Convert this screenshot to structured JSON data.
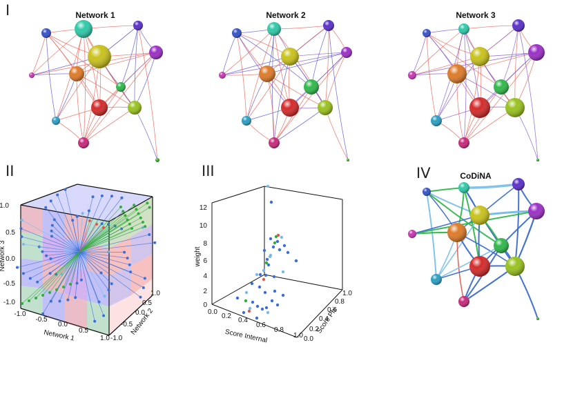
{
  "panels": {
    "p1": {
      "label": "I"
    },
    "p2": {
      "label": "II"
    },
    "p3": {
      "label": "III"
    },
    "p4": {
      "label": "IV"
    }
  },
  "networks": [
    {
      "title": "Network 1"
    },
    {
      "title": "Network 2"
    },
    {
      "title": "Network 3"
    },
    {
      "title": "CoDiNA"
    }
  ],
  "node_colors": [
    "#3552c8",
    "#2ec9a8",
    "#c9c21c",
    "#5a2fc9",
    "#9b2fc6",
    "#c936b3",
    "#de7a28",
    "#2fb84a",
    "#d42a2a",
    "#98c21e",
    "#2a9fc4",
    "#c8287a",
    "#37a82a"
  ],
  "cube_3d": {
    "axes": {
      "x": {
        "label": "Network 1",
        "ticks": [
          "-1.0",
          "-0.5",
          "0.0",
          "0.5",
          "1.0"
        ]
      },
      "y": {
        "label": "Network 2",
        "ticks": [
          "-1.0",
          "-0.5",
          "0.0",
          "0.5",
          "1.0"
        ]
      },
      "z": {
        "label": "Network 3",
        "ticks": [
          "-1.0",
          "-0.5",
          "0.0",
          "0.5",
          "1.0"
        ]
      }
    },
    "region_colors": [
      "#f4a0a0",
      "#a8a8f4",
      "#a8e0a8",
      "#c890e8"
    ]
  },
  "scatter_3d": {
    "axes": {
      "x": {
        "label": "Score Internal",
        "ticks": [
          "0.0",
          "0.2",
          "0.4",
          "0.6",
          "0.8",
          "1.0"
        ]
      },
      "y": {
        "label": "Score Phi",
        "ticks": [
          "0.0",
          "0.2",
          "0.4",
          "0.6",
          "0.8",
          "1.0"
        ]
      },
      "z": {
        "label": "weight",
        "ticks": [
          "0",
          "2",
          "4",
          "6",
          "8",
          "10",
          "12"
        ]
      }
    },
    "point_colors": {
      "blue": "#3a6fd8",
      "light": "#7ab8e8",
      "green": "#2fae3a",
      "red": "#e0584a"
    }
  }
}
